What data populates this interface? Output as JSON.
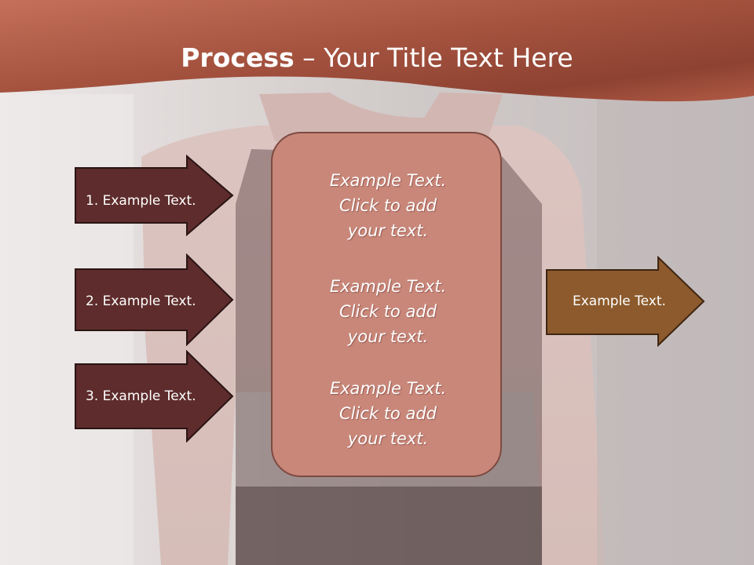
{
  "title": {
    "bold": "Process",
    "rest": " – Your Title Text Here"
  },
  "left_arrows": [
    {
      "label": "1. Example Text."
    },
    {
      "label": "2. Example Text."
    },
    {
      "label": "3. Example Text."
    }
  ],
  "center_box": {
    "items": [
      {
        "text": "Example Text.\nClick  to add\nyour text."
      },
      {
        "text": "Example Text.\nClick  to add\nyour text."
      },
      {
        "text": "Example Text.\nClick  to add\nyour text."
      }
    ]
  },
  "right_arrow": {
    "label": "Example Text."
  },
  "colors": {
    "header": "#b35c44",
    "left_arrow": "#5e2c2c",
    "center_box": "#c9877a",
    "right_arrow": "#8c5a2c"
  }
}
